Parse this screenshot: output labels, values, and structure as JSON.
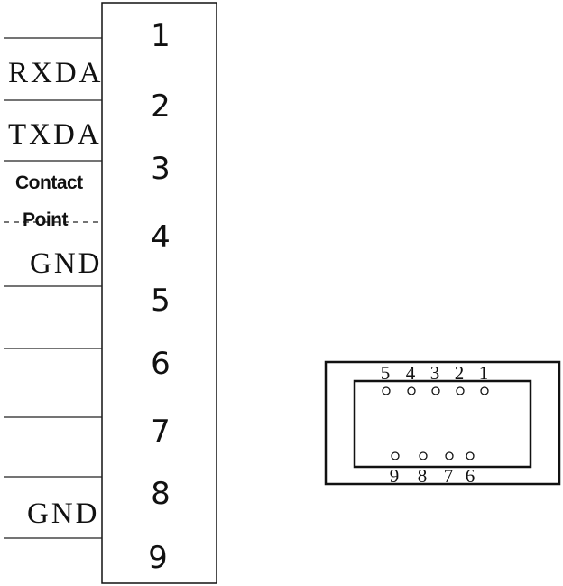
{
  "terminal_block": {
    "pin_numbers": [
      "1",
      "2",
      "3",
      "4",
      "5",
      "6",
      "7",
      "8",
      "9"
    ]
  },
  "signals": {
    "rxda": "RXDA",
    "txda": "TXDA",
    "contact": "Contact",
    "point": "Point",
    "gnd_top": "GND",
    "gnd_bottom": "GND"
  },
  "db9_connector": {
    "top_row": [
      "5",
      "4",
      "3",
      "2",
      "1"
    ],
    "bottom_row": [
      "9",
      "8",
      "7",
      "6"
    ]
  }
}
